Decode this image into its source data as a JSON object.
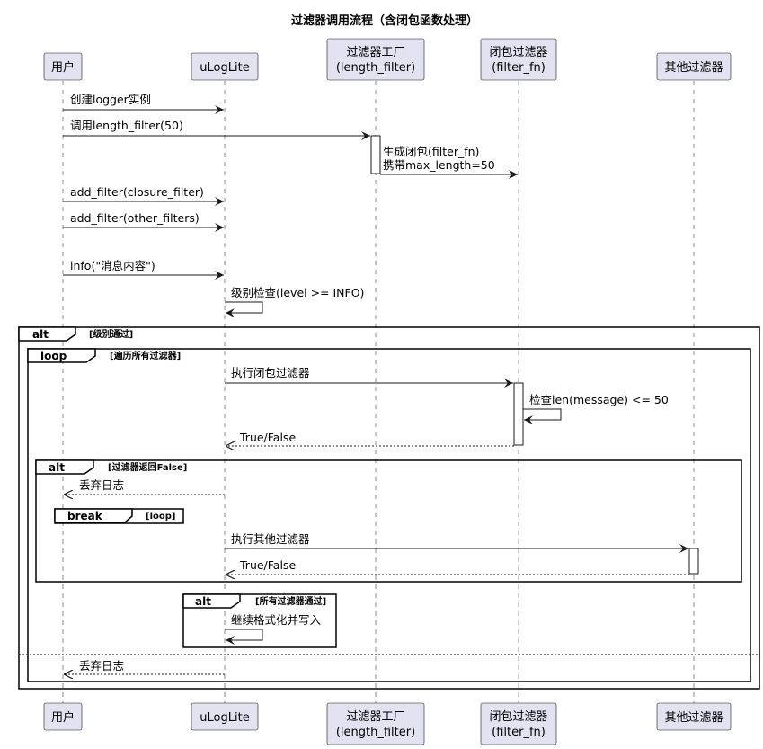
{
  "title": "过滤器调用流程（含闭包函数处理）",
  "participants": {
    "user": "用户",
    "ulog": "uLogLite",
    "factory_l1": "过滤器工厂",
    "factory_l2": "(length_filter)",
    "closure_l1": "闭包过滤器",
    "closure_l2": "(filter_fn)",
    "other": "其他过滤器"
  },
  "messages": {
    "m1": "创建logger实例",
    "m2": "调用length_filter(50)",
    "m3a": "生成闭包(filter_fn)",
    "m3b": "携带max_length=50",
    "m4": "add_filter(closure_filter)",
    "m5": "add_filter(other_filters)",
    "m6": "info(\"消息内容\")",
    "m7": "级别检查(level >= INFO)",
    "m8": "执行闭包过滤器",
    "m9": "检查len(message) <= 50",
    "m10": "True/False",
    "m11": "丢弃日志",
    "m12": "执行其他过滤器",
    "m13": "True/False",
    "m14": "继续格式化并写入",
    "m15": "丢弃日志"
  },
  "fragments": {
    "alt1_kw": "alt",
    "alt1_guard": "[级别通过]",
    "loop_kw": "loop",
    "loop_guard": "[遍历所有过滤器]",
    "alt2_kw": "alt",
    "alt2_guard": "[过滤器返回False]",
    "break_kw": "break",
    "break_guard": "[loop]",
    "alt3_kw": "alt",
    "alt3_guard": "[所有过滤器通过]"
  },
  "colors": {
    "participant_fill": "#e2e2f0",
    "line": "#181818"
  }
}
